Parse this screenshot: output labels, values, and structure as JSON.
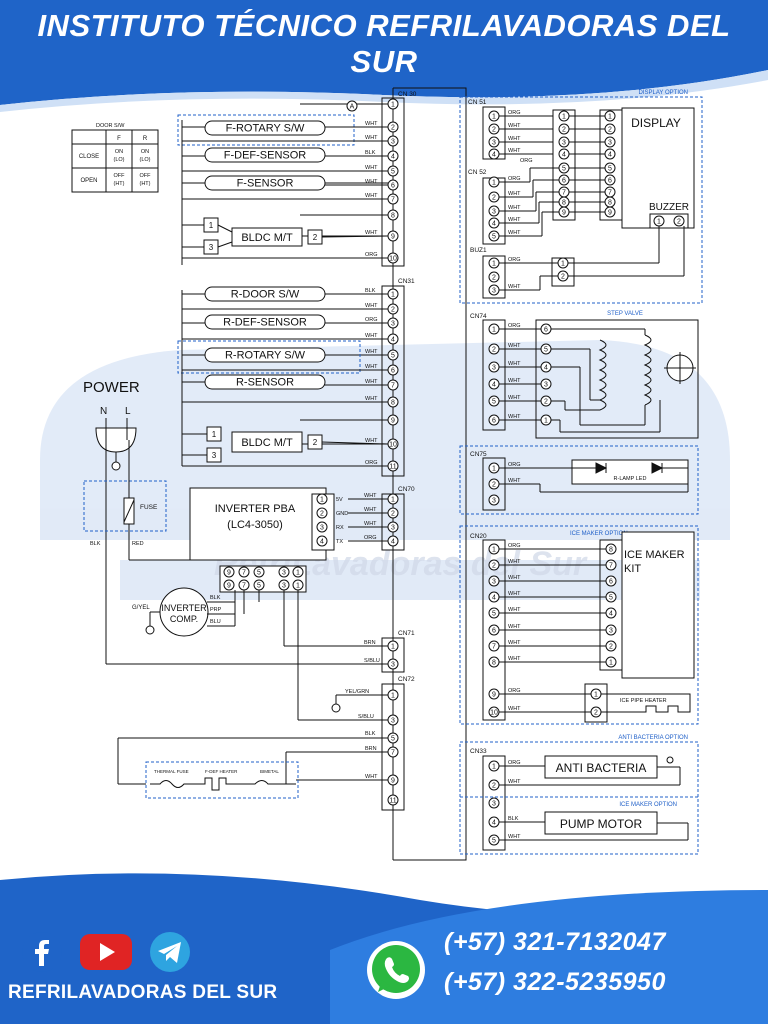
{
  "header": {
    "title": "INSTITUTO TÉCNICO REFRILAVADORAS DEL SUR"
  },
  "footer": {
    "brand": "REFRILAVADORAS DEL SUR",
    "phone1": "(+57) 321-7132047",
    "phone2": "(+57) 322-5235950",
    "icons": [
      "facebook-icon",
      "youtube-icon",
      "telegram-icon",
      "whatsapp-icon"
    ]
  },
  "watermark": {
    "text": "RefriLavadoras del Sur"
  },
  "colors": {
    "brand_blue": "#1f64c8",
    "light_blue": "#2e7de0",
    "diagram_dash": "#2060c8"
  },
  "door_table": {
    "title": "DOOR S/W",
    "header": [
      "",
      "F",
      "R"
    ],
    "rows": [
      {
        "label": "CLOSE",
        "f": [
          "ON",
          "(LO)"
        ],
        "r": [
          "ON",
          "(LO)"
        ]
      },
      {
        "label": "OPEN",
        "f": [
          "OFF",
          "(HT)"
        ],
        "r": [
          "OFF",
          "(HT)"
        ]
      }
    ]
  },
  "power": {
    "label": "POWER",
    "n": "N",
    "l": "L",
    "fuse": "FUSE",
    "blk": "BLK",
    "red": "RED"
  },
  "inverter": {
    "title": "INVERTER PBA",
    "model": "(LC4-3050)",
    "pins": [
      "5V",
      "GND",
      "RX",
      "TX"
    ],
    "comp": [
      "INVERTER",
      "COMP."
    ],
    "comp_wires": [
      "BLK",
      "PRP",
      "BLU"
    ],
    "ground": "G/YEL"
  },
  "components": {
    "f_rotary": "F-ROTARY S/W",
    "f_def": "F-DEF-SENSOR",
    "f_sensor": "F-SENSOR",
    "bldc": "BLDC M/T",
    "r_door": "R-DOOR S/W",
    "r_def": "R-DEF-SENSOR",
    "r_rotary": "R-ROTARY S/W",
    "r_sensor": "R-SENSOR",
    "display": "DISPLAY",
    "buzzer": "BUZZER",
    "ice_maker": [
      "ICE MAKER",
      "KIT"
    ],
    "ice_pipe": "ICE PIPE HEATER",
    "anti_bacteria": "ANTI BACTERIA",
    "pump": "PUMP MOTOR",
    "r_lamp": "R-LAMP LED",
    "thermal_fuse": "THERMAL FUSE",
    "f_def_heater": "F-DEF HEATER",
    "bimetal": "BIMETAL"
  },
  "options": {
    "display": "DISPLAY OPTION",
    "step_valve": "STEP VALVE",
    "ice_maker": "ICE MAKER OPTION",
    "anti_bacteria": "ANTI BACTERIA OPTION",
    "ice_maker2": "ICE MAKER OPTION"
  },
  "connectors": {
    "cn30": "CN 30",
    "cn31": "CN31",
    "cn70": "CN70",
    "cn71": "CN71",
    "cn72": "CN72",
    "cn51": "CN 51",
    "cn52": "CN 52",
    "buz1": "BUZ1",
    "cn74": "CN74",
    "cn75": "CN75",
    "cn20": "CN20",
    "cn33": "CN33"
  },
  "wires": {
    "cn30": [
      "",
      "WHT",
      "WHT",
      "BLK",
      "WHT",
      "WHT",
      "WHT",
      "",
      "WHT",
      "ORG"
    ],
    "cn31": [
      "BLK",
      "WHT",
      "ORG",
      "WHT",
      "WHT",
      "WHT",
      "WHT",
      "WHT",
      "",
      "WHT",
      "ORG"
    ],
    "cn70": [
      "WHT",
      "WHT",
      "WHT",
      "ORG"
    ],
    "cn71": [
      "BRN",
      "S/BLU"
    ],
    "cn72": [
      "YEL/GRN",
      "S/BLU",
      "BLK",
      "BRN",
      "WHT"
    ],
    "cn51": [
      "ORG",
      "WHT",
      "WHT",
      "WHT"
    ],
    "cn52": [
      "ORG",
      "WHT",
      "WHT",
      "WHT",
      "WHT"
    ],
    "buz1": [
      "ORG",
      "WHT"
    ],
    "cn74": [
      "ORG",
      "WHT",
      "WHT",
      "WHT",
      "WHT",
      "WHT"
    ],
    "cn75": [
      "ORG",
      "WHT"
    ],
    "cn20": [
      "ORG",
      "WHT",
      "WHT",
      "WHT",
      "WHT",
      "WHT",
      "WHT",
      "WHT",
      "ORG",
      "WHT"
    ],
    "cn33": [
      "ORG",
      "WHT",
      "BLK",
      "WHT"
    ]
  },
  "pins": {
    "a_mark": "A",
    "cn30": [
      "1",
      "2",
      "3",
      "4",
      "5",
      "6",
      "7",
      "8",
      "9",
      "10"
    ],
    "cn31": [
      "1",
      "2",
      "3",
      "4",
      "5",
      "6",
      "7",
      "8",
      "9",
      "10",
      "11"
    ],
    "cn70": [
      "1",
      "2",
      "3",
      "4"
    ],
    "cn71": [
      "1",
      "3"
    ],
    "cn72": [
      "1",
      "3",
      "5",
      "7",
      "9",
      "11"
    ],
    "cn51": [
      "1",
      "2",
      "3",
      "4"
    ],
    "cn52": [
      "1",
      "2",
      "3",
      "4",
      "5"
    ],
    "display": [
      "1",
      "2",
      "3",
      "4",
      "5",
      "6",
      "7",
      "8",
      "9"
    ],
    "buz1": [
      "1",
      "2",
      "3"
    ],
    "cn74": [
      "1",
      "2",
      "3",
      "4",
      "5",
      "6"
    ],
    "step_valve": [
      "6",
      "5",
      "4",
      "3",
      "2",
      "1"
    ],
    "cn75": [
      "1",
      "2",
      "3"
    ],
    "cn20": [
      "1",
      "2",
      "3",
      "4",
      "5",
      "6",
      "7",
      "8",
      "9",
      "10"
    ],
    "ice_kit": [
      "8",
      "7",
      "6",
      "5",
      "4",
      "3",
      "2",
      "1"
    ],
    "cn33": [
      "1",
      "2",
      "3",
      "4",
      "5"
    ],
    "buzzer": [
      "1",
      "2"
    ],
    "bldc_left": [
      "1",
      "3"
    ],
    "bldc_right": [
      "2"
    ],
    "buz_side": [
      "1",
      "2"
    ],
    "ice_pipe": [
      "1",
      "2"
    ],
    "comp_block": [
      "9",
      "7",
      "5",
      "3",
      "1"
    ]
  }
}
